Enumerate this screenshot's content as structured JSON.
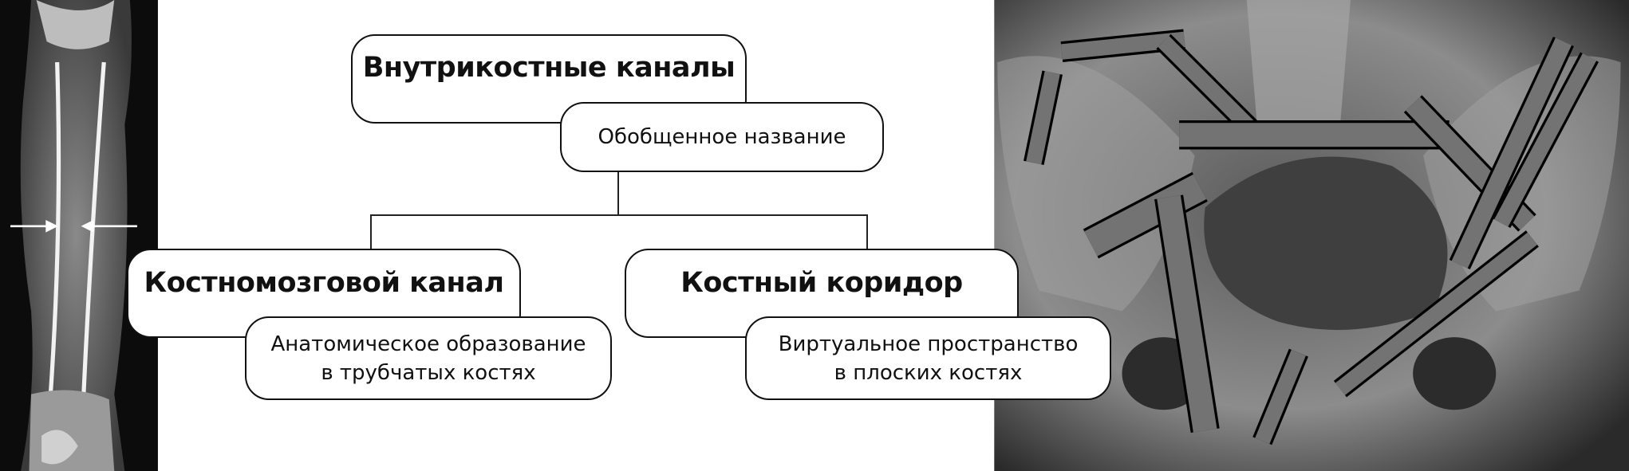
{
  "diagram": {
    "root": {
      "title": "Внутрикостные каналы",
      "subtitle": "Обобщенное название"
    },
    "children": [
      {
        "title": "Костномозговой канал",
        "subtitle_line1": "Анатомическое образование",
        "subtitle_line2": "в трубчатых костях"
      },
      {
        "title": "Костный коридор",
        "subtitle_line1": "Виртуальное пространство",
        "subtitle_line2": "в плоских костях"
      }
    ]
  }
}
